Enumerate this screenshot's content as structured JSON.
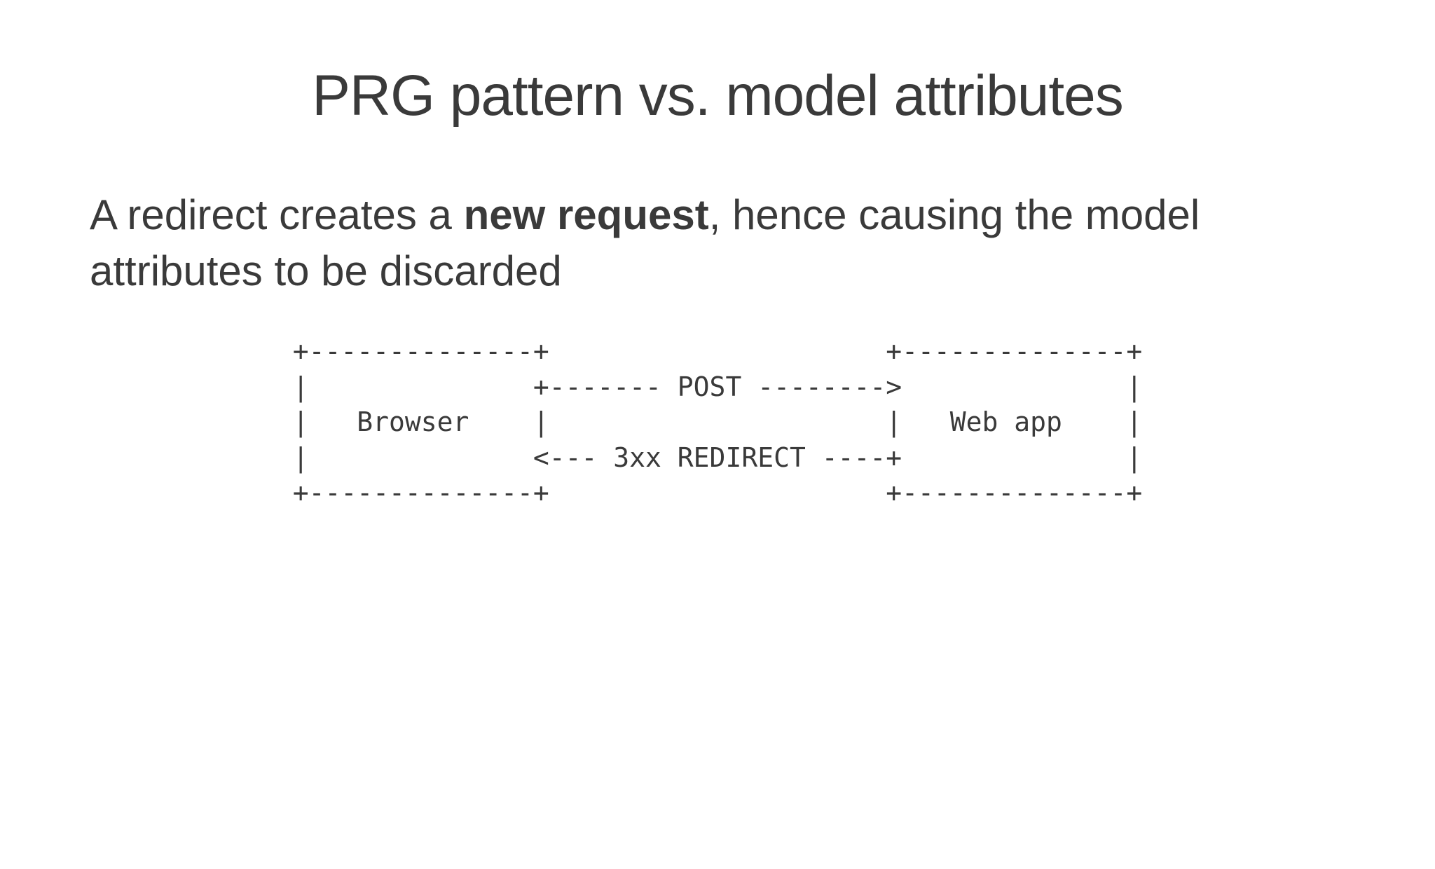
{
  "slide": {
    "title": "PRG pattern vs. model attributes",
    "body": {
      "line1_prefix": "A redirect creates a ",
      "line1_bold": "new request",
      "line1_suffix": ", hence causing the model",
      "line2": "attributes to be discarded"
    },
    "diagram": {
      "ascii_art": "+--------------+                     +--------------+\n|              +------- POST -------->              |\n|   Browser    |                     |   Web app    |\n|              <--- 3xx REDIRECT ----+              |\n+--------------+                     +--------------+",
      "left_box_label": "Browser",
      "right_box_label": "Web app",
      "request_arrow_label": "POST",
      "response_arrow_label": "3xx REDIRECT"
    },
    "colors": {
      "background": "#ffffff",
      "text": "#3a3a3a"
    }
  }
}
